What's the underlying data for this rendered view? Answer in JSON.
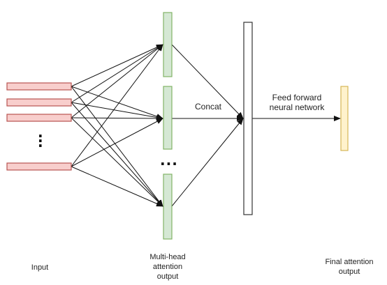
{
  "labels": {
    "input": "Input",
    "multihead": "Multi-head\nattention\noutput",
    "concat": "Concat",
    "ffn": "Feed forward\nneural network",
    "final": "Final attention\noutput",
    "ellipsis": "..."
  },
  "colors": {
    "input_fill": "#f8cecc",
    "input_stroke": "#b85450",
    "head_fill": "#d5e8d4",
    "head_stroke": "#82b366",
    "concat_fill": "#ffffff",
    "concat_stroke": "#333333",
    "output_fill": "#fff2cc",
    "output_stroke": "#d6b656",
    "arrow": "#111111"
  }
}
